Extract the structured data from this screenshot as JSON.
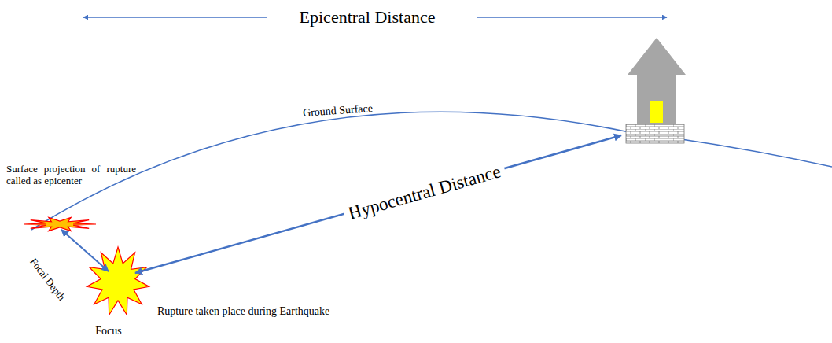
{
  "diagram": {
    "labels": [
      "Epicentral Distance",
      "Ground Surface",
      "Surface projection of rupture called as epicenter",
      "Hypocentral Distance",
      "Focal Depth",
      "Rupture taken place during Earthquake",
      "Focus"
    ]
  }
}
